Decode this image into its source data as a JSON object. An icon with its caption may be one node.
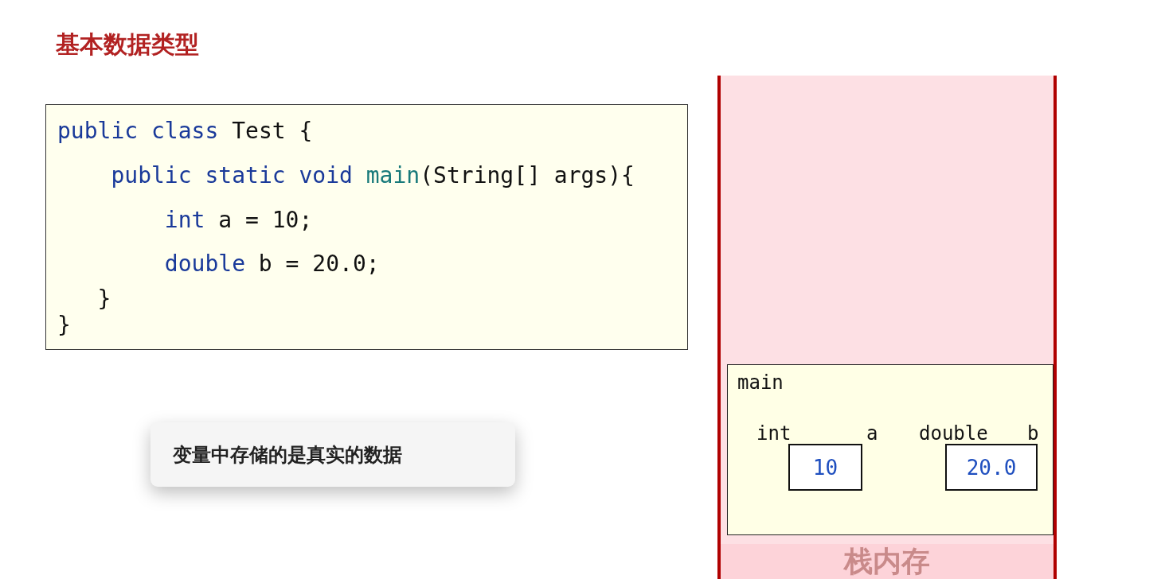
{
  "diagram": {
    "title": "基本数据类型",
    "nodes": [
      {
        "text": [
          "public class Test {",
          "    public static void main(String[] args){",
          "        int a = 10;",
          "        double b = 20.0;",
          "   }",
          "}"
        ]
      },
      {
        "text": [
          "变量中存储的是真实的数据"
        ]
      },
      {
        "text": [
          "栈内存"
        ]
      },
      {
        "text": [
          "main"
        ],
        "in": 2
      },
      {
        "text": [
          "10"
        ],
        "in": 3,
        "beside": [
          "int",
          "a"
        ]
      },
      {
        "text": [
          "20.0"
        ],
        "in": 3,
        "beside": [
          "double",
          "b"
        ]
      }
    ]
  }
}
